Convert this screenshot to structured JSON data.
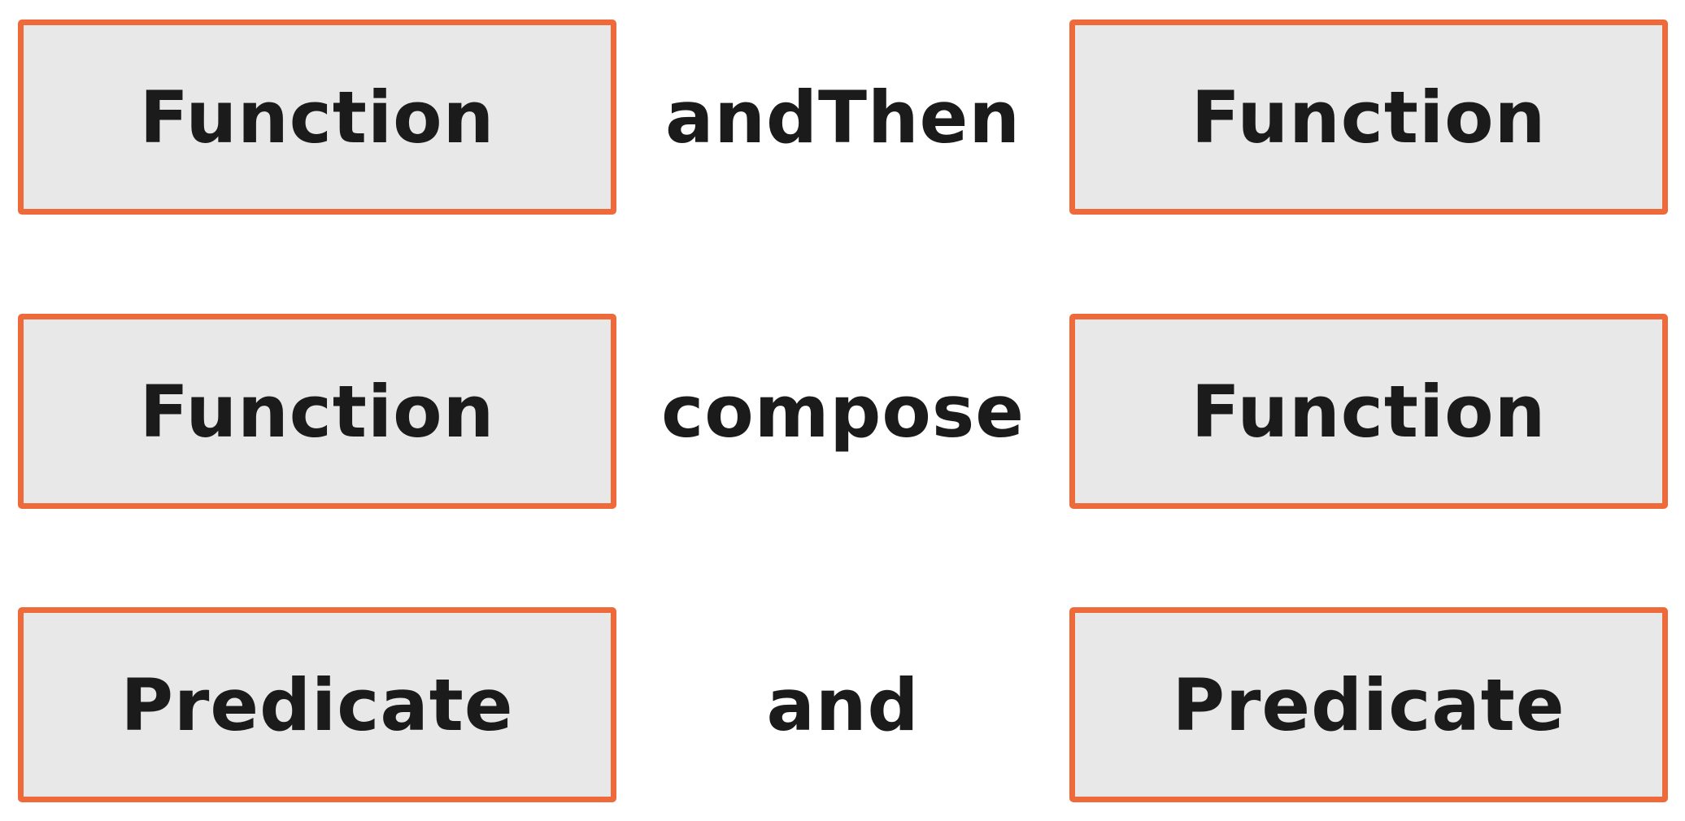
{
  "colors": {
    "box_border": "#ee6a3a",
    "box_fill": "#e8e8e8",
    "text": "#1b1b1b",
    "background": "#ffffff"
  },
  "rows": [
    {
      "left": "Function",
      "operator": "andThen",
      "right": "Function"
    },
    {
      "left": "Function",
      "operator": "compose",
      "right": "Function"
    },
    {
      "left": "Predicate",
      "operator": "and",
      "right": "Predicate"
    }
  ]
}
